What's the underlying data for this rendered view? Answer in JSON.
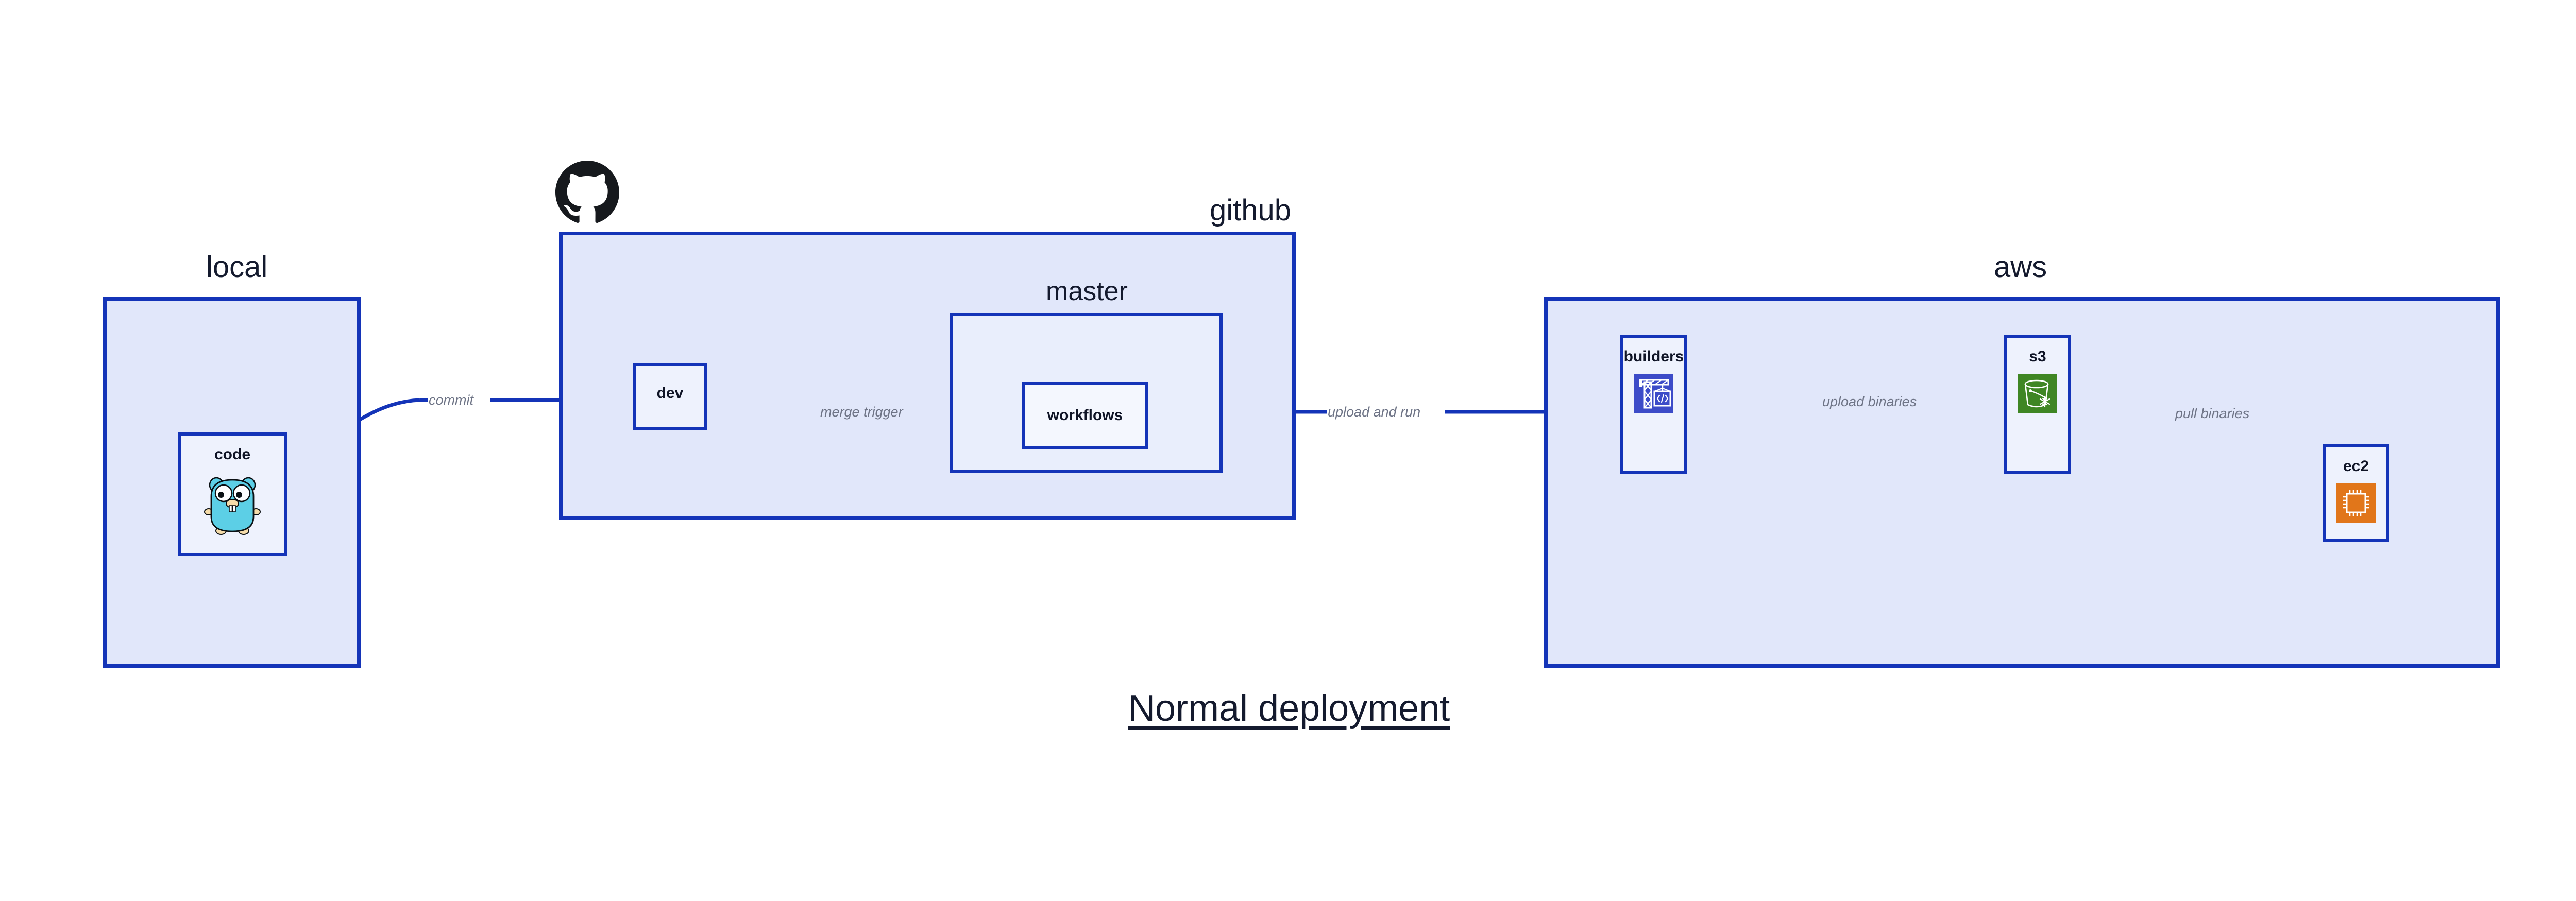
{
  "diagram": {
    "caption": "Normal deployment",
    "colors": {
      "group_border": "#1434b8",
      "group_fill": "#e1e7fa",
      "subgroup_fill": "#e9eefc",
      "node_fill": "#eef2fd",
      "edge_line": "#1434b8",
      "edge_label_text": "#6e7486",
      "title_text": "#141a2e",
      "octocat_black": "#16191d",
      "gopher_cyan": "#5ccfe6",
      "builders_indigo": "#3c4bc8",
      "s3_green": "#3f8624",
      "ec2_orange": "#e1761a"
    },
    "groups": [
      {
        "id": "local",
        "label": "local"
      },
      {
        "id": "github",
        "label": "github"
      },
      {
        "id": "aws",
        "label": "aws"
      }
    ],
    "subgroups": [
      {
        "id": "master",
        "label": "master",
        "parent": "github"
      }
    ],
    "nodes": [
      {
        "id": "code",
        "label": "code",
        "parent": "local",
        "icon": "go-gopher-icon"
      },
      {
        "id": "dev",
        "label": "dev",
        "parent": "github",
        "icon": "none"
      },
      {
        "id": "workflows",
        "label": "workflows",
        "parent": "master",
        "icon": "none"
      },
      {
        "id": "builders",
        "label": "builders",
        "parent": "aws",
        "icon": "aws-builders-crane-icon"
      },
      {
        "id": "s3",
        "label": "s3",
        "parent": "aws",
        "icon": "aws-s3-bucket-icon"
      },
      {
        "id": "ec2",
        "label": "ec2",
        "parent": "aws",
        "icon": "aws-ec2-chip-icon"
      }
    ],
    "edges": [
      {
        "id": "commit",
        "label": "commit",
        "from": "code",
        "to": "dev"
      },
      {
        "id": "merge-trigger",
        "label": "merge trigger",
        "from": "dev",
        "to": "workflows"
      },
      {
        "id": "upload-and-run",
        "label": "upload and run",
        "from": "workflows",
        "to": "builders"
      },
      {
        "id": "upload-binaries",
        "label": "upload binaries",
        "from": "builders",
        "to": "s3"
      },
      {
        "id": "pull-binaries",
        "label": "pull binaries",
        "from": "s3",
        "to": "ec2"
      }
    ],
    "logos": [
      {
        "id": "github-octocat",
        "name": "github-octocat-logo"
      }
    ]
  }
}
